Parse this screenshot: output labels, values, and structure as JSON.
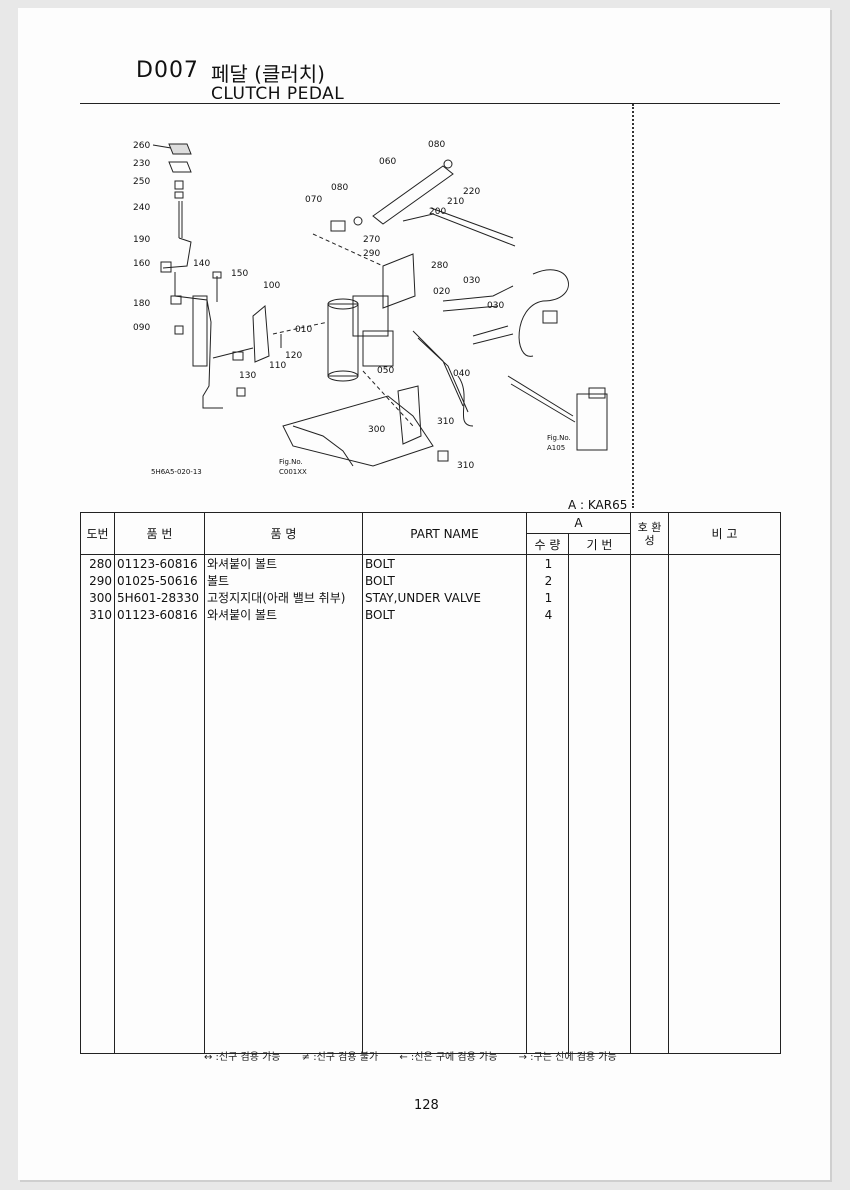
{
  "header": {
    "code": "D007",
    "title_ko": "페달 (클러치)",
    "title_en": "CLUTCH PEDAL"
  },
  "diagram": {
    "labels": [
      "260",
      "230",
      "250",
      "240",
      "190",
      "160",
      "140",
      "150",
      "180",
      "090",
      "100",
      "110",
      "120",
      "130",
      "010",
      "050",
      "040",
      "060",
      "070",
      "080",
      "080",
      "200",
      "210",
      "220",
      "270",
      "290",
      "280",
      "020",
      "030",
      "030",
      "300",
      "310",
      "310"
    ],
    "ref_code": "5H6A5-020-13",
    "fig_left": "Fig.No.",
    "fig_left_code": "C001XX",
    "fig_right": "Fig.No.",
    "fig_right_code": "A105"
  },
  "model_label": "A  :  KAR65",
  "table": {
    "headers": {
      "ref": "도번",
      "part_no": "품 번",
      "name_ko": "품 명",
      "part_name": "PART NAME",
      "a": "A",
      "qty": "수 량",
      "base": "기 번",
      "interchange": "호 환 성",
      "remarks": "비 고"
    },
    "rows": [
      {
        "ref": "280",
        "part_no": "01123-60816",
        "name_ko": "와셔붙이 볼트",
        "part_name": "BOLT",
        "qty": "1"
      },
      {
        "ref": "290",
        "part_no": "01025-50616",
        "name_ko": "볼트",
        "part_name": "BOLT",
        "qty": "2"
      },
      {
        "ref": "300",
        "part_no": "5H601-28330",
        "name_ko": "고정지지대(아래 밸브 취부)",
        "part_name": "STAY,UNDER VALVE",
        "qty": "1"
      },
      {
        "ref": "310",
        "part_no": "01123-60816",
        "name_ko": "와셔붙이 볼트",
        "part_name": "BOLT",
        "qty": "4"
      }
    ]
  },
  "legend": [
    "↔ :신구 겸용 가능",
    "≠ :신구 겸용 불가",
    "← :신은 구에 겸용 가능",
    "→ :구는 신에 겸용 가능"
  ],
  "page_number": "128"
}
